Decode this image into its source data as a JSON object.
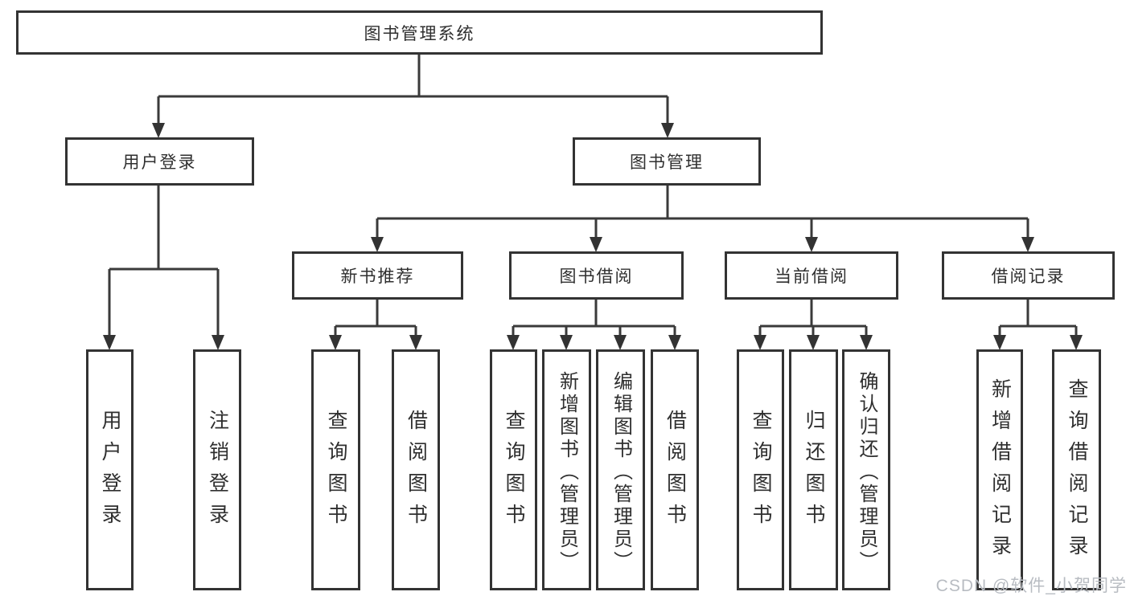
{
  "tree": {
    "root": "图书管理系统",
    "login_branch": {
      "label": "用户登录",
      "children": [
        "用户登录",
        "注销登录"
      ]
    },
    "mgmt_branch": {
      "label": "图书管理",
      "groups": [
        {
          "label": "新书推荐",
          "children": [
            "查询图书",
            "借阅图书"
          ]
        },
        {
          "label": "图书借阅",
          "children": [
            "查询图书",
            "新增图书（管理员）",
            "编辑图书（管理员）",
            "借阅图书"
          ]
        },
        {
          "label": "当前借阅",
          "children": [
            "查询图书",
            "归还图书",
            "确认归还（管理员）"
          ]
        },
        {
          "label": "借阅记录",
          "children": [
            "新增借阅记录",
            "查询借阅记录"
          ]
        }
      ]
    }
  },
  "watermark": "CSDN @软件_小贺同学",
  "colors": {
    "line": "#3a3a3a",
    "box_border": "#333333",
    "box_fill": "#ffffff",
    "text": "#2f2f2f",
    "watermark_text": "#b8bcc2"
  }
}
